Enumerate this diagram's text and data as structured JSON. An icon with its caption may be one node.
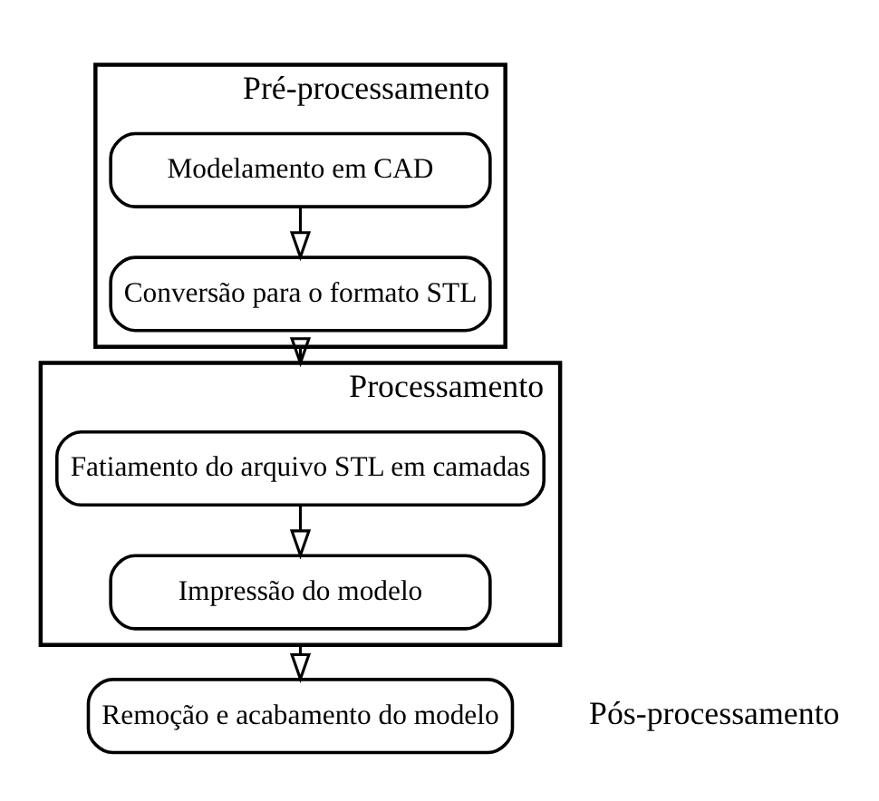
{
  "diagram": {
    "nodes": [
      {
        "text": [
          "Pré-processamento"
        ]
      },
      {
        "text": [
          "Modelamento em CAD"
        ],
        "in": 0
      },
      {
        "text": [
          "Conversão para o formato STL"
        ],
        "in": 0
      },
      {
        "text": [
          "Processamento"
        ]
      },
      {
        "text": [
          "Fatiamento do arquivo STL em camadas"
        ],
        "in": 3
      },
      {
        "text": [
          "Impressão do modelo"
        ],
        "in": 3
      },
      {
        "text": [
          "Remoção e acabamento do modelo"
        ],
        "beside": [
          "Pós-processamento"
        ]
      }
    ],
    "edges": [
      {
        "from": 1,
        "to": 2,
        "arrow": "to"
      },
      {
        "from": 0,
        "to": 3,
        "arrow": "to"
      },
      {
        "from": 4,
        "to": 5,
        "arrow": "to"
      },
      {
        "from": 3,
        "to": 6,
        "arrow": "to"
      }
    ]
  }
}
